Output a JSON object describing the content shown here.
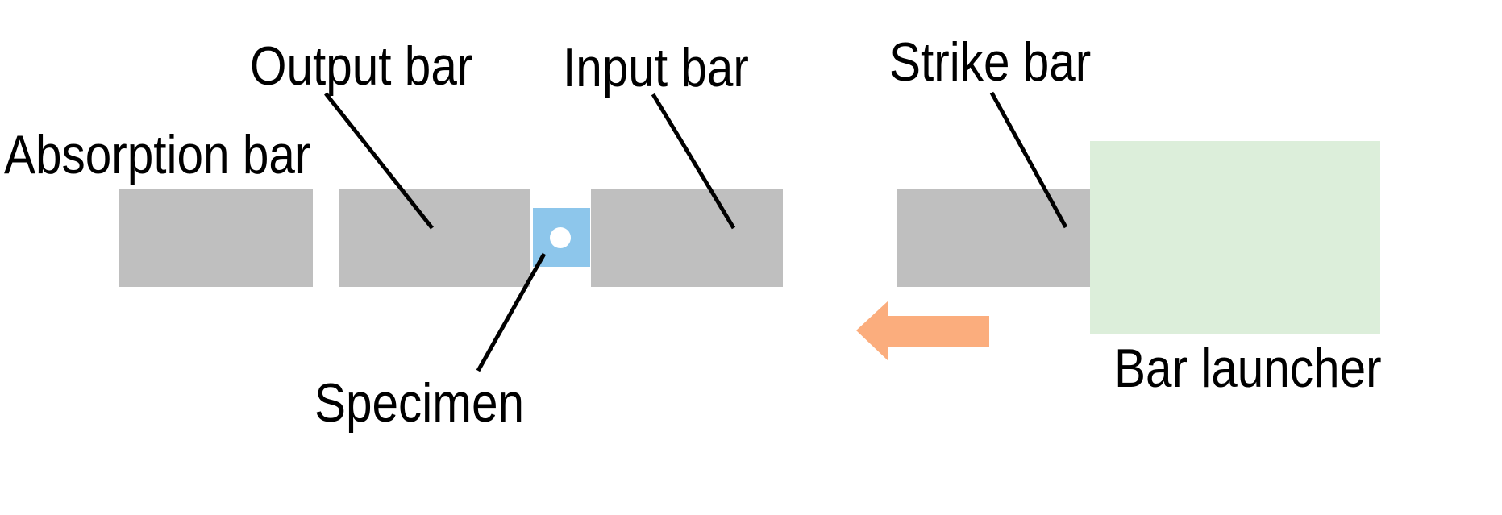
{
  "labels": {
    "absorption_bar": "Absorption bar",
    "output_bar": "Output bar",
    "input_bar": "Input bar",
    "strike_bar": "Strike bar",
    "specimen": "Specimen",
    "bar_launcher": "Bar launcher"
  },
  "colors": {
    "bar_gray": "#BFBFBF",
    "specimen_blue": "#8DC6EB",
    "launcher_green": "#DCEEDA",
    "arrow_orange": "#FBAD7D",
    "leader_line_black": "#000000",
    "specimen_hole_white": "#FFFFFF",
    "background": "#FFFFFF"
  },
  "icons": {
    "launch_direction_arrow": "left-arrow"
  }
}
